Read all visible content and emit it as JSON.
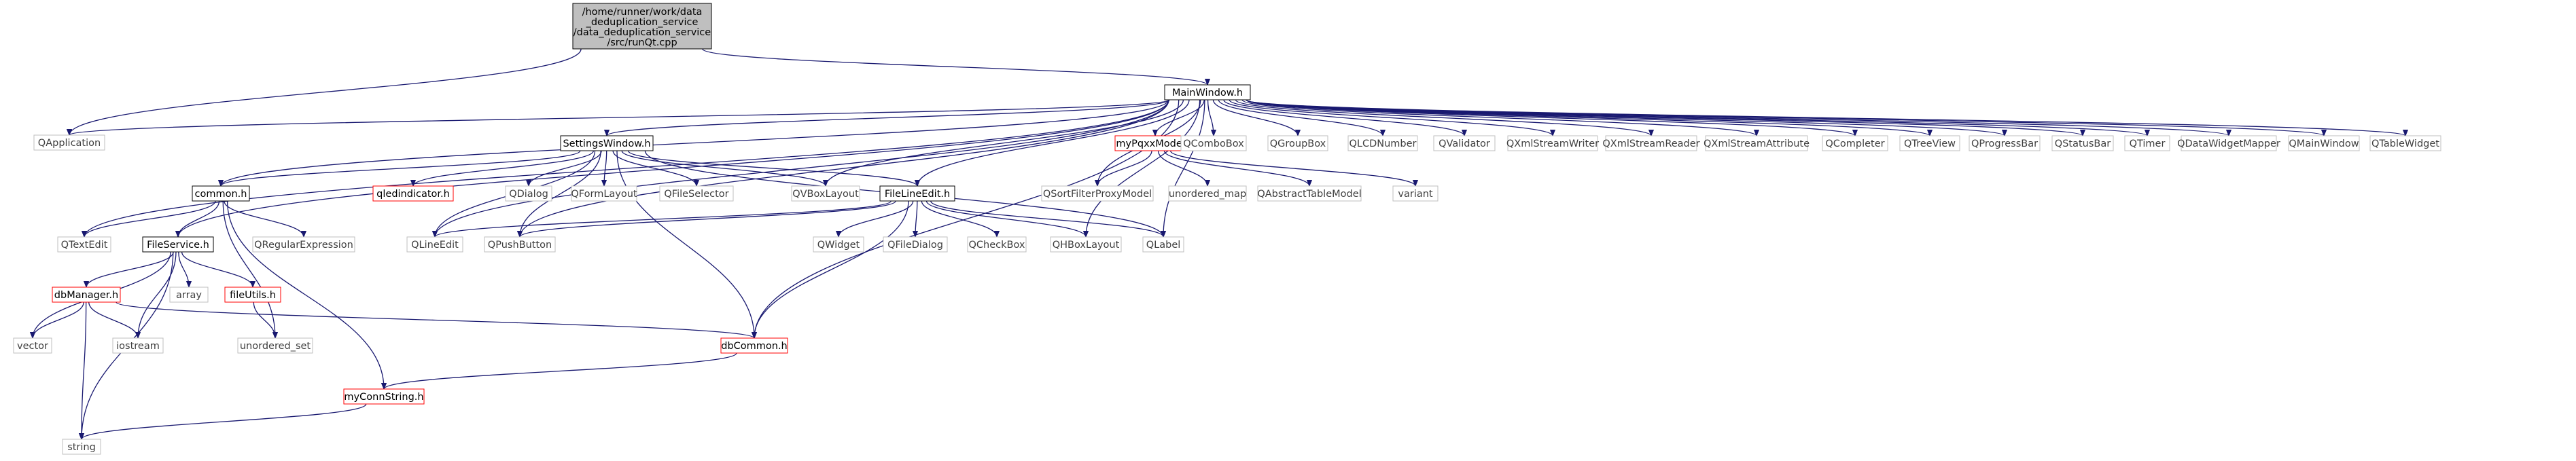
{
  "graph": {
    "root": {
      "lines": [
        "/home/runner/work/data",
        "_deduplication_service",
        "/data_deduplication_service",
        "/src/runQt.cpp"
      ]
    },
    "nodes": [
      {
        "id": "mainwindow",
        "label": "MainWindow.h",
        "style": "documented"
      },
      {
        "id": "qapplication",
        "label": "QApplication",
        "style": "external"
      },
      {
        "id": "settingswindow",
        "label": "SettingsWindow.h",
        "style": "documented"
      },
      {
        "id": "mypqxxmodel",
        "label": "myPqxxModel.h",
        "style": "truncated"
      },
      {
        "id": "qcombobox",
        "label": "QComboBox",
        "style": "external"
      },
      {
        "id": "qgroupbox",
        "label": "QGroupBox",
        "style": "external"
      },
      {
        "id": "qlcdnumber",
        "label": "QLCDNumber",
        "style": "external"
      },
      {
        "id": "qvalidator",
        "label": "QValidator",
        "style": "external"
      },
      {
        "id": "qxmlstreamwriter",
        "label": "QXmlStreamWriter",
        "style": "external"
      },
      {
        "id": "qxmlstreamreader",
        "label": "QXmlStreamReader",
        "style": "external"
      },
      {
        "id": "qxmlstreamattribute",
        "label": "QXmlStreamAttribute",
        "style": "external"
      },
      {
        "id": "qcompleter",
        "label": "QCompleter",
        "style": "external"
      },
      {
        "id": "qtreeview",
        "label": "QTreeView",
        "style": "external"
      },
      {
        "id": "qprogressbar",
        "label": "QProgressBar",
        "style": "external"
      },
      {
        "id": "qstatusbar",
        "label": "QStatusBar",
        "style": "external"
      },
      {
        "id": "qtimer",
        "label": "QTimer",
        "style": "external"
      },
      {
        "id": "qdatawidgetmapper",
        "label": "QDataWidgetMapper",
        "style": "external"
      },
      {
        "id": "qmainwindow",
        "label": "QMainWindow",
        "style": "external"
      },
      {
        "id": "qtablewidget",
        "label": "QTableWidget",
        "style": "external"
      },
      {
        "id": "commonh",
        "label": "common.h",
        "style": "documented"
      },
      {
        "id": "qledindicator",
        "label": "qledindicator.h",
        "style": "truncated"
      },
      {
        "id": "qdialog",
        "label": "QDialog",
        "style": "external"
      },
      {
        "id": "qformlayout",
        "label": "QFormLayout",
        "style": "external"
      },
      {
        "id": "qfileselector",
        "label": "QFileSelector",
        "style": "external"
      },
      {
        "id": "qvboxlayout",
        "label": "QVBoxLayout",
        "style": "external"
      },
      {
        "id": "filelineedit",
        "label": "FileLineEdit.h",
        "style": "documented"
      },
      {
        "id": "qsortfilterproxymodel",
        "label": "QSortFilterProxyModel",
        "style": "external"
      },
      {
        "id": "unordered_map",
        "label": "unordered_map",
        "style": "external"
      },
      {
        "id": "qabstracttablemodel",
        "label": "QAbstractTableModel",
        "style": "external"
      },
      {
        "id": "variant",
        "label": "variant",
        "style": "external"
      },
      {
        "id": "qtextedit",
        "label": "QTextEdit",
        "style": "external"
      },
      {
        "id": "fileservice",
        "label": "FileService.h",
        "style": "documented"
      },
      {
        "id": "qregularexpression",
        "label": "QRegularExpression",
        "style": "external"
      },
      {
        "id": "qlineedit",
        "label": "QLineEdit",
        "style": "external"
      },
      {
        "id": "qpushbutton",
        "label": "QPushButton",
        "style": "external"
      },
      {
        "id": "qwidget",
        "label": "QWidget",
        "style": "external"
      },
      {
        "id": "qfiledialog",
        "label": "QFileDialog",
        "style": "external"
      },
      {
        "id": "qcheckbox",
        "label": "QCheckBox",
        "style": "external"
      },
      {
        "id": "qhboxlayout",
        "label": "QHBoxLayout",
        "style": "external"
      },
      {
        "id": "qlabel",
        "label": "QLabel",
        "style": "external"
      },
      {
        "id": "dbmanager",
        "label": "dbManager.h",
        "style": "truncated"
      },
      {
        "id": "array",
        "label": "array",
        "style": "external"
      },
      {
        "id": "fileutils",
        "label": "fileUtils.h",
        "style": "truncated"
      },
      {
        "id": "vector",
        "label": "vector",
        "style": "external"
      },
      {
        "id": "iostream",
        "label": "iostream",
        "style": "external"
      },
      {
        "id": "unordered_set",
        "label": "unordered_set",
        "style": "external"
      },
      {
        "id": "dbcommon",
        "label": "dbCommon.h",
        "style": "truncated"
      },
      {
        "id": "myconnstring",
        "label": "myConnString.h",
        "style": "truncated"
      },
      {
        "id": "string",
        "label": "string",
        "style": "external"
      }
    ],
    "edges": [
      [
        "root",
        "mainwindow"
      ],
      [
        "root",
        "qapplication"
      ],
      [
        "mainwindow",
        "qapplication"
      ],
      [
        "mainwindow",
        "settingswindow"
      ],
      [
        "mainwindow",
        "mypqxxmodel"
      ],
      [
        "mainwindow",
        "qcombobox"
      ],
      [
        "mainwindow",
        "qgroupbox"
      ],
      [
        "mainwindow",
        "qlcdnumber"
      ],
      [
        "mainwindow",
        "qvalidator"
      ],
      [
        "mainwindow",
        "qxmlstreamwriter"
      ],
      [
        "mainwindow",
        "qxmlstreamreader"
      ],
      [
        "mainwindow",
        "qxmlstreamattribute"
      ],
      [
        "mainwindow",
        "qcompleter"
      ],
      [
        "mainwindow",
        "qtreeview"
      ],
      [
        "mainwindow",
        "qprogressbar"
      ],
      [
        "mainwindow",
        "qstatusbar"
      ],
      [
        "mainwindow",
        "qtimer"
      ],
      [
        "mainwindow",
        "qdatawidgetmapper"
      ],
      [
        "mainwindow",
        "qmainwindow"
      ],
      [
        "mainwindow",
        "qtablewidget"
      ],
      [
        "mainwindow",
        "commonh"
      ],
      [
        "mainwindow",
        "qtextedit"
      ],
      [
        "mainwindow",
        "fileservice"
      ],
      [
        "mainwindow",
        "qlineedit"
      ],
      [
        "mainwindow",
        "qpushbutton"
      ],
      [
        "mainwindow",
        "qvboxlayout"
      ],
      [
        "mainwindow",
        "filelineedit"
      ],
      [
        "mainwindow",
        "qsortfilterproxymodel"
      ],
      [
        "mainwindow",
        "qhboxlayout"
      ],
      [
        "mainwindow",
        "qlabel"
      ],
      [
        "mainwindow",
        "dbcommon"
      ],
      [
        "settingswindow",
        "commonh"
      ],
      [
        "settingswindow",
        "qledindicator"
      ],
      [
        "settingswindow",
        "qdialog"
      ],
      [
        "settingswindow",
        "qformlayout"
      ],
      [
        "settingswindow",
        "qfileselector"
      ],
      [
        "settingswindow",
        "qvboxlayout"
      ],
      [
        "settingswindow",
        "filelineedit"
      ],
      [
        "settingswindow",
        "qlineedit"
      ],
      [
        "settingswindow",
        "qpushbutton"
      ],
      [
        "settingswindow",
        "qlabel"
      ],
      [
        "settingswindow",
        "dbcommon"
      ],
      [
        "mypqxxmodel",
        "qsortfilterproxymodel"
      ],
      [
        "mypqxxmodel",
        "unordered_map"
      ],
      [
        "mypqxxmodel",
        "qabstracttablemodel"
      ],
      [
        "mypqxxmodel",
        "variant"
      ],
      [
        "commonh",
        "qtextedit"
      ],
      [
        "commonh",
        "fileservice"
      ],
      [
        "commonh",
        "qregularexpression"
      ],
      [
        "commonh",
        "unordered_set"
      ],
      [
        "commonh",
        "myconnstring"
      ],
      [
        "filelineedit",
        "qlineedit"
      ],
      [
        "filelineedit",
        "qpushbutton"
      ],
      [
        "filelineedit",
        "qwidget"
      ],
      [
        "filelineedit",
        "qfiledialog"
      ],
      [
        "filelineedit",
        "qcheckbox"
      ],
      [
        "filelineedit",
        "qhboxlayout"
      ],
      [
        "filelineedit",
        "qlabel"
      ],
      [
        "filelineedit",
        "dbcommon"
      ],
      [
        "fileservice",
        "dbmanager"
      ],
      [
        "fileservice",
        "array"
      ],
      [
        "fileservice",
        "fileutils"
      ],
      [
        "fileservice",
        "vector"
      ],
      [
        "fileservice",
        "iostream"
      ],
      [
        "fileservice",
        "string"
      ],
      [
        "dbmanager",
        "vector"
      ],
      [
        "dbmanager",
        "iostream"
      ],
      [
        "dbmanager",
        "string"
      ],
      [
        "dbmanager",
        "dbcommon"
      ],
      [
        "fileutils",
        "unordered_set"
      ],
      [
        "dbcommon",
        "myconnstring"
      ],
      [
        "myconnstring",
        "string"
      ]
    ]
  },
  "colors": {
    "edge": "#191970",
    "root_fill": "#bfbfbf",
    "root_border": "#000000",
    "documented_border": "#000000",
    "truncated_border": "#ff0000",
    "external_border": "#bfbfbf",
    "external_text": "#3f3f3f",
    "text": "#000000"
  }
}
